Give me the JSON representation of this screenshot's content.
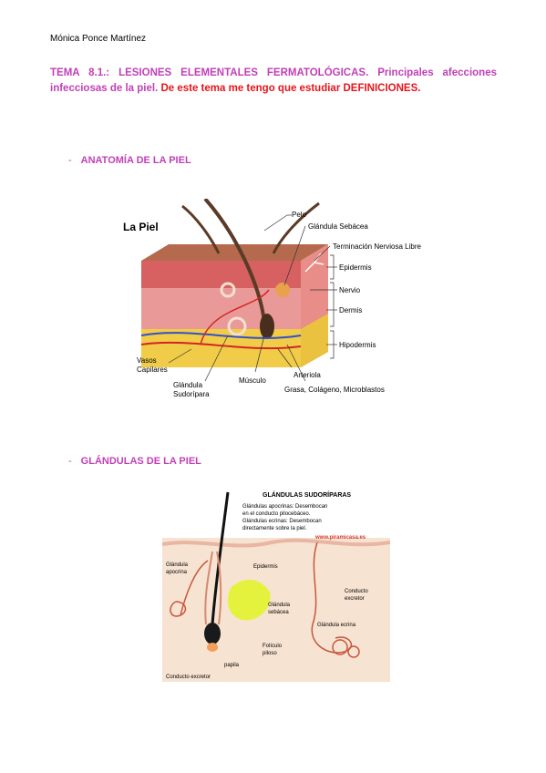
{
  "header": {
    "author": "Mónica Ponce Martínez"
  },
  "title": {
    "part1": "TEMA 8.1.: LESIONES ELEMENTALES FERMATOLÓGICAS. Principales afecciones infecciosas de la piel.",
    "part2": "De este tema me tengo que estudiar DEFINICIONES."
  },
  "sections": [
    {
      "dash": "-",
      "label": "ANATOMÍA DE LA PIEL"
    },
    {
      "dash": "-",
      "label": "GLÁNDULAS DE LA PIEL"
    }
  ],
  "figure1": {
    "title": "La Piel",
    "labels": {
      "pelo": "Pelo",
      "sebacea": "Glándula Sebácea",
      "terminacion": "Terminación Nerviosa Libre",
      "epidermis": "Epidermis",
      "nervio": "Nervio",
      "dermis": "Dermis",
      "hipodermis": "Hipodermis",
      "vasos1": "Vasos",
      "vasos2": "Capilares",
      "sudoripara1": "Glándula",
      "sudoripara2": "Sudorípara",
      "musculo": "Músculo",
      "arteriola": "Arteriola",
      "grasa": "Grasa, Colágeno, Microblastos"
    }
  },
  "figure2": {
    "title": "GLÁNDULAS SUDORÍPARAS",
    "desc": [
      "Glándulas apocrinas: Desembocan",
      "en el conducto pilocebáceo.",
      "Glándulas ecrinas: Desembocan",
      "directamente sobre la piel."
    ],
    "website": "www.piramicasa.es",
    "labels": {
      "epidermis": "Epidermis",
      "apocrina1": "Glándula",
      "apocrina2": "apocrina",
      "sebacea1": "Glándula",
      "sebacea2": "sebácea",
      "conducto1": "Conducto",
      "conducto2": "excretor",
      "ecrina": "Glándula ecrina",
      "foliculo1": "Folículo",
      "foliculo2": "piloso",
      "papila": "papila",
      "conducto_excretor": "Conducto excretor"
    }
  },
  "colors": {
    "magenta": "#c13fb8",
    "red": "#e8141b"
  }
}
